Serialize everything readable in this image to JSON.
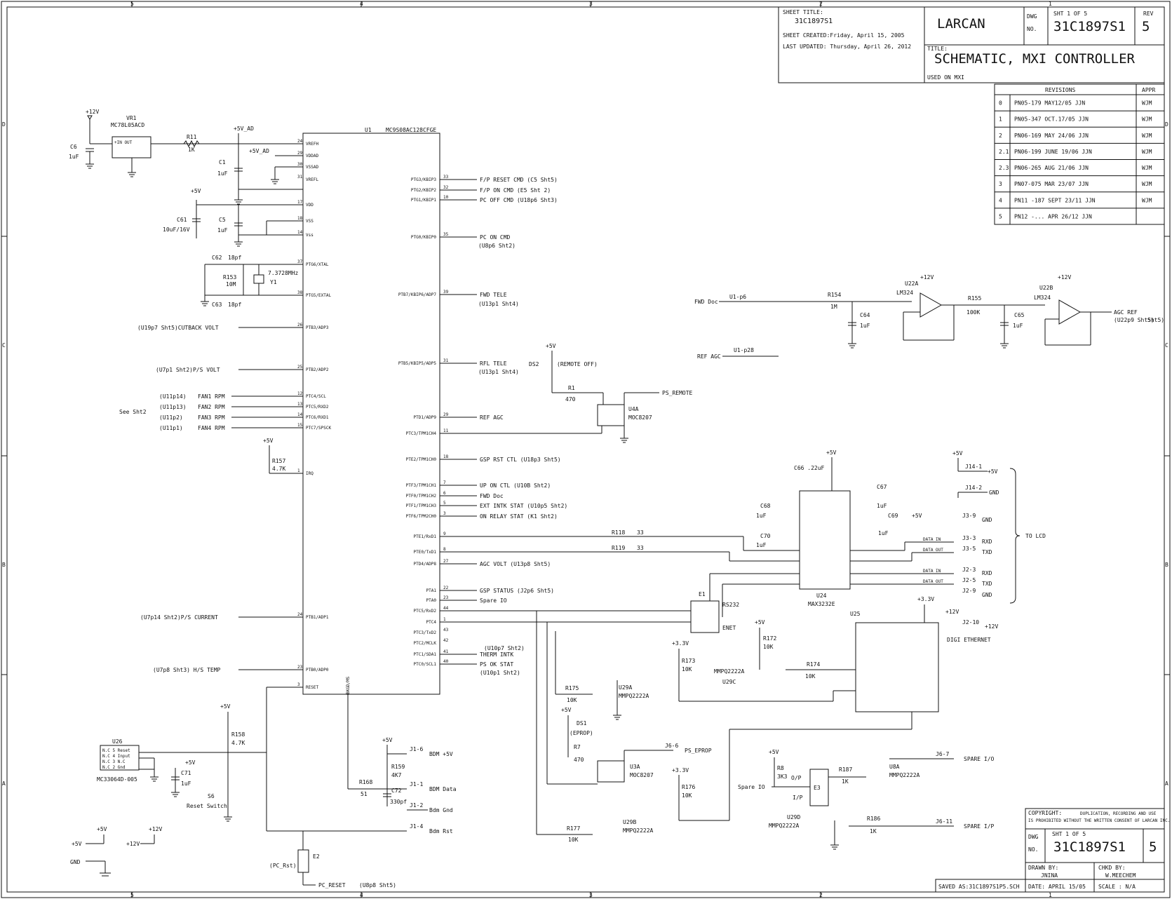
{
  "title_block": {
    "company": "LARCAN",
    "dwg_label": "DWG NO.",
    "sheet": "SHT 1 OF 5",
    "drawing_number": "31C1897S1",
    "rev_label": "REV",
    "rev": "5",
    "title_label": "TITLE:",
    "title": "SCHEMATIC, MXI CONTROLLER",
    "used_on": "USED ON MXI",
    "sheet_title_label": "SHEET TITLE:",
    "sheet_title": "31C1897S1",
    "created": "SHEET CREATED:Friday, April 15, 2005",
    "updated": "LAST UPDATED: Thursday, April 26, 2012"
  },
  "revisions": {
    "header": "REVISIONS",
    "appr_header": "APPR",
    "rows": [
      {
        "rev": "0",
        "text": "PN05-179   MAY12/05   JJN",
        "appr": "WJM"
      },
      {
        "rev": "1",
        "text": "PN05-347   OCT.17/05  JJN",
        "appr": "WJM"
      },
      {
        "rev": "2",
        "text": "PN06-169   MAY 24/06  JJN",
        "appr": "WJM"
      },
      {
        "rev": "2.1",
        "text": "PN06-199   JUNE 19/06  JJN",
        "appr": "WJM"
      },
      {
        "rev": "2.3",
        "text": "PN06-265   AUG 21/06  JJN",
        "appr": "WJM"
      },
      {
        "rev": "3",
        "text": "PN07-075   MAR 23/07   JJN",
        "appr": "WJM"
      },
      {
        "rev": "4",
        "text": "PN11 -187  SEPT 23/11  JJN",
        "appr": "WJM"
      },
      {
        "rev": "5",
        "text": "PN12 -... APR 26/12  JJN",
        "appr": ""
      }
    ]
  },
  "bottom_block": {
    "copyright": "COPYRIGHT:",
    "copyright_note_1": "DUPLICATION, RECORDING AND USE",
    "copyright_note_2": "IS PROHIBITED WITHOUT THE WRITTEN CONSENT OF LARCAN INC.",
    "dwg_label": "DWG NO.",
    "sheet": "SHT 1 OF 5",
    "drawing_number": "31C1897S1",
    "rev": "5",
    "drawn_by_label": "DRAWN BY:",
    "drawn_by": "JNINA",
    "chkd_by_label": "CHKD BY:",
    "chkd_by": "W.MEECHEM",
    "saved": "SAVED AS:31C1897S1P5.SCH",
    "date_label": "DATE: APRIL 15/05",
    "scale_label": "SCALE : N/A"
  },
  "border_zones": {
    "columns": [
      "5",
      "4",
      "3",
      "2",
      "1"
    ],
    "rows": [
      "D",
      "C",
      "B",
      "A"
    ]
  },
  "u1": {
    "ref": "U1",
    "part": "MC9S08AC128CFGE",
    "left_pins": [
      {
        "num": "24",
        "name": "VREFH"
      },
      {
        "num": "29",
        "name": "VDDAD"
      },
      {
        "num": "30",
        "name": "VSSAD"
      },
      {
        "num": "31",
        "name": "VREFL"
      },
      {
        "num": "17",
        "name": "VDD"
      },
      {
        "num": "18",
        "name": "VSS"
      },
      {
        "num": "14",
        "name": "Vss"
      },
      {
        "num": "37",
        "name": "PTG6/XTAL"
      },
      {
        "num": "38",
        "name": "PTG5/EXTAL"
      },
      {
        "num": "26",
        "name": "PTB3/ADP3"
      },
      {
        "num": "25",
        "name": "PTB2/ADP2"
      },
      {
        "num": "12",
        "name": "PTC4/SCL"
      },
      {
        "num": "13",
        "name": "PTC5/RXD2"
      },
      {
        "num": "14",
        "name": "PTC6/RXD1"
      },
      {
        "num": "15",
        "name": "PTC7/SPSCK"
      },
      {
        "num": "1",
        "name": "IRQ"
      },
      {
        "num": "24",
        "name": "PTB1/ADP1"
      },
      {
        "num": "23",
        "name": "PTB0/ADP0"
      },
      {
        "num": "3",
        "name": "RESET"
      }
    ],
    "right_pins": [
      {
        "num": "33",
        "name": "PTG3/KBIP3"
      },
      {
        "num": "32",
        "name": "PTG2/KBIP2"
      },
      {
        "num": "10",
        "name": "PTG1/KBIP1"
      },
      {
        "num": "35",
        "name": "PTG0/KBIP0"
      },
      {
        "num": "39",
        "name": "PTB7/KBIP6/ADP7"
      },
      {
        "num": "31",
        "name": "PTB5/KBIP5/ADP5"
      },
      {
        "num": "29",
        "name": "PTD1/ADP9"
      },
      {
        "num": "11",
        "name": "PTC3/TPM1CH4"
      },
      {
        "num": "18",
        "name": "PTE2/TPM1CH0"
      },
      {
        "num": "7",
        "name": "PTF3/TPM1CH1"
      },
      {
        "num": "6",
        "name": "PTF0/TPM1CH2"
      },
      {
        "num": "5",
        "name": "PTF1/TPM1CH3"
      },
      {
        "num": "3",
        "name": "PTF6/TPM2CH0"
      },
      {
        "num": "9",
        "name": "PTE1/RxD1"
      },
      {
        "num": "8",
        "name": "PTE0/TxD1"
      },
      {
        "num": "27",
        "name": "PTD4/ADP8"
      },
      {
        "num": "22",
        "name": "PTA1"
      },
      {
        "num": "23",
        "name": "PTA0"
      },
      {
        "num": "44",
        "name": "PTC5/RxD2"
      },
      {
        "num": "1",
        "name": "PTC4"
      },
      {
        "num": "43",
        "name": "PTC3/TxD2"
      },
      {
        "num": "42",
        "name": "PTC2/MCLK"
      },
      {
        "num": "41",
        "name": "PTC1/SDA1"
      },
      {
        "num": "40",
        "name": "PTC0/SCL1"
      }
    ],
    "bottom_pin": "BKGD/MS"
  },
  "nets_right": [
    "F/P RESET CMD (C5 Sht5)",
    "F/P ON CMD (E5 Sht 2)",
    "PC OFF CMD (U18p6 Sht3)",
    "PC ON CMD",
    "(U8p6 Sht2)",
    "FWD TELE",
    "(U13p1 Sht4)",
    "RFL TELE",
    "(U13p1 Sht4)",
    "REF AGC",
    "GSP RST CTL (U18p3 Sht5)",
    "UP ON CTL (U10B Sht2)",
    "FWD Doc",
    "EXT INTK STAT (U10p5 Sht2)",
    "ON RELAY STAT (K1 Sht2)",
    "AGC VOLT (U13p8 Sht5)",
    "GSP STATUS (J2p6 Sht5)",
    "Spare IO",
    "(U10p7 Sht2)",
    "THERM INTK",
    "PS OK STAT",
    "(U10p1 Sht2)"
  ],
  "nets_left": [
    "(U19p7 Sht5)CUTBACK VOLT",
    "(U7p1 Sht2)P/S VOLT",
    "(U11p14)",
    "FAN1 RPM",
    "(U11p13)",
    "FAN2 RPM",
    "(U11p2)",
    "FAN3 RPM",
    "(U11p1)",
    "FAN4 RPM",
    "See Sht2",
    "(U7p14 Sht2)P/S CURRENT",
    "(U7p8 Sht3) H/S TEMP"
  ],
  "power_parts": {
    "p12v": "+12V",
    "vr1_ref": "VR1",
    "vr1_part": "MC78L05ACD",
    "vr1_pins": "+IN  OUT",
    "c6": "C6",
    "c6_val": "1uF",
    "r11": "R11",
    "r11_val": "1K",
    "p5v_ad": "+5V_AD",
    "p5v_ad2": "+5V_AD",
    "c1": "C1",
    "c1_val": "1uF",
    "p5v": "+5V",
    "c61": "C61",
    "c61_val": "10uF/16V",
    "c5": "C5",
    "c5_val": "1uF",
    "c62": "C62",
    "c62_val": "18pf",
    "c63": "C63",
    "c63_val": "18pf",
    "r153": "R153",
    "r153_val": "10M",
    "y1": "Y1",
    "y1_val": "7.3728MHz",
    "r157": "R157",
    "r157_val": "4.7K"
  },
  "analog": {
    "fwd_doc": "FWD Doc",
    "u1_p6": "U1-p6",
    "r154": "R154",
    "r154_val": "1M",
    "c64": "C64",
    "c64_val": "1uF",
    "u22a": "U22A",
    "lm324_a": "LM324",
    "p12v_a": "+12V",
    "r155": "R155",
    "r155_val": "100K",
    "c65": "C65",
    "c65_val": "1uF",
    "u22b": "U22B",
    "lm324_b": "LM324",
    "p12v_b": "+12V",
    "agc_ref": "AGC REF",
    "agc_ref_dest": "(U22p9 Sht5)",
    "ref_agc": "REF AGC",
    "u1_p28": "U1-p28"
  },
  "remote": {
    "p5v": "+5V",
    "ds2": "DS2",
    "remote_off": "(REMOTE OFF)",
    "r1": "R1",
    "r1_val": "470",
    "u4a": "U4A",
    "u4a_part": "MOC8207",
    "ps_remote": "PS_REMOTE"
  },
  "serial": {
    "p5v": "+5V",
    "c66": "C66 .22uF",
    "c67": "C67",
    "c67_val": "1uF",
    "c68": "C68",
    "c68_val": "1uF",
    "c69": "C69",
    "c69_val": "1uF",
    "c69_p5v": "+5V",
    "c70": "C70",
    "c70_val": "1uF",
    "r118": "R118",
    "r118_val": "33",
    "r119": "R119",
    "r119_val": "33",
    "u24": "U24",
    "u24_part": "MAX3232E",
    "e1": "E1",
    "rs232": "RS232",
    "enet": "ENET",
    "j14_1": "J14-1",
    "j14_1_net": "+5V",
    "j14_1_p5v": "+5V",
    "j14_2": "J14-2",
    "j14_2_net": "GND",
    "j3_9": "J3-9",
    "j3_9_net": "GND",
    "j3_3": "J3-3",
    "j3_3_net": "RXD",
    "j3_5": "J3-5",
    "j3_5_net": "TXD",
    "data_in_1": "DATA IN",
    "data_out_1": "DATA OUT",
    "data_in_2": "DATA IN",
    "data_out_2": "DATA OUT",
    "j2_3": "J2-3",
    "j2_3_net": "RXD",
    "j2_5": "J2-5",
    "j2_5_net": "TXD",
    "j2_9": "J2-9",
    "j2_9_net": "GND",
    "to_lcd": "TO LCD"
  },
  "ethernet": {
    "u25": "U25",
    "p3v3": "+3.3V",
    "p12v": "+12V",
    "j2_10": "J2-10",
    "j2_10_net": "+12V",
    "digi": "DIGI ETHERNET",
    "r172": "R172",
    "r172_val": "10K",
    "p5v": "+5V",
    "u29c_part": "MMPQ2222A",
    "u29c": "U29C",
    "r174": "R174",
    "r174_val": "10K",
    "p3v3_2": "+3.3V",
    "r173": "R173",
    "r173_val": "10K",
    "r175": "R175",
    "r175_val": "10K",
    "u29a": "U29A",
    "u29a_part": "MMPQ2222A"
  },
  "eprom": {
    "p5v": "+5V",
    "ds1": "DS1",
    "ds1_label": "(EPROP)",
    "r7": "R7",
    "r7_val": "470",
    "u3a": "U3A",
    "u3a_part": "MOC8207",
    "j6_6": "J6-6",
    "j6_6_net": "PS_EPROP",
    "p3v3": "+3.3V",
    "r176": "R176",
    "r176_val": "10K",
    "r177": "R177",
    "r177_val": "10K",
    "u29b": "U29B",
    "u29b_part": "MMPQ2222A"
  },
  "spare": {
    "p5v": "+5V",
    "r8": "R8",
    "r8_val": "3K3",
    "spare_io": "Spare IO",
    "op": "O/P",
    "ip": "I/P",
    "e3": "E3",
    "r187": "R187",
    "r187_val": "1K",
    "u8a": "U8A",
    "u8a_part": "MMPQ2222A",
    "j6_7": "J6-7",
    "j6_7_net": "SPARE I/O",
    "u29d": "U29D",
    "u29d_part": "MMPQ2222A",
    "r186": "R186",
    "r186_val": "1K",
    "j6_11": "J6-11",
    "j6_11_net": "SPARE I/P"
  },
  "bdm": {
    "p5v": "+5V",
    "r159": "R159",
    "r159_val": "4K7",
    "r168": "R168",
    "r168_val": "51",
    "c72": "C72",
    "c72_val": "330pf",
    "j1_6": "J1-6",
    "j1_6_net": "BDM +5V",
    "j1_1": "J1-1",
    "j1_1_net": "BDM Data",
    "j1_2": "J1-2",
    "j1_2_net": "Bdm Gnd",
    "j1_4": "J1-4",
    "j1_4_net": "Bdm Rst"
  },
  "reset": {
    "u26": "U26",
    "u26_pins": [
      "N.C 5  Reset",
      "N.C 4  Input",
      "N.C 3  N.C",
      "N.C 2  Gnd"
    ],
    "u26_part": "MC33064D-005",
    "p5v": "+5V",
    "r158": "R158",
    "r158_val": "4.7K",
    "c71": "C71",
    "c71_val": "1uF",
    "c71_p5v": "+5V",
    "s6": "S6",
    "s6_label": "Reset Switch",
    "e2": "E2",
    "pc_rst": "(PC_Rst)",
    "pc_reset": "PC_RESET",
    "pc_reset_dest": "(U8p8 Sht5)"
  },
  "legend_power": {
    "p5v": "+5V",
    "p12v": "+12V",
    "gnd": "GND",
    "p5v_sym": "+5V",
    "p12v_sym": "+12V"
  }
}
